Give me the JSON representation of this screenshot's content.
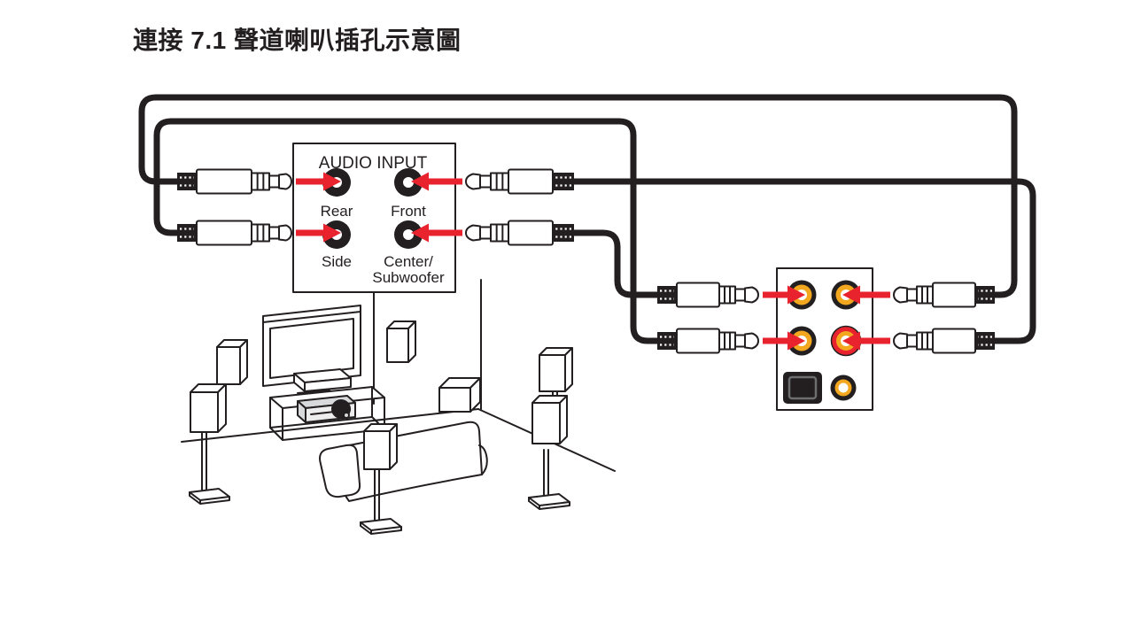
{
  "page": {
    "title": "連接 7.1 聲道喇叭插孔示意圖"
  },
  "colors": {
    "ink": "#231f20",
    "arrow_red": "#e8232e",
    "jack_gold": "#f2a71f",
    "receiver_gray": "#d8d9da"
  },
  "audio_input_box": {
    "title": "AUDIO INPUT",
    "labels": {
      "rear": "Rear",
      "front": "Front",
      "side": "Side",
      "center_line1": "Center/",
      "center_line2": "Subwoofer"
    }
  },
  "rear_panel": {
    "jack_icons": [
      "gold-jack-icon",
      "gold-jack-icon",
      "gold-jack-icon",
      "red-jack-icon",
      "optical-port-icon",
      "gold-jack-icon"
    ]
  },
  "icons": {
    "plug": "stereo-mini-plug-icon",
    "arrow": "red-arrow-icon",
    "tv": "tv-icon",
    "couch": "couch-icon",
    "speaker": "speaker-icon",
    "subwoofer": "subwoofer-icon",
    "receiver": "av-receiver-icon",
    "optical": "optical-port-icon"
  }
}
